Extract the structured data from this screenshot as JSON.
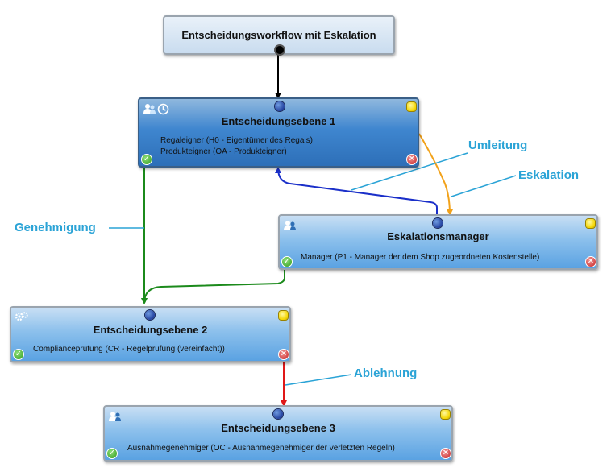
{
  "start_node": {
    "title": "Entscheidungsworkflow mit Eskalation"
  },
  "nodes": [
    {
      "title": "Entscheidungsebene 1",
      "lines": [
        "Regaleigner (H0 - Eigentümer des Regals)",
        "Produkteigner (OA - Produkteigner)"
      ],
      "icons": [
        "user-group-icon",
        "clock-icon"
      ]
    },
    {
      "title": "Eskalationsmanager",
      "lines": [
        "Manager (P1 - Manager der dem Shop zugeordneten Kostenstelle)"
      ],
      "icons": [
        "user-group-icon"
      ]
    },
    {
      "title": "Entscheidungsebene 2",
      "lines": [
        "Complianceprüfung (CR - Regelprüfung (vereinfacht))"
      ],
      "icons": [
        "gears-icon"
      ]
    },
    {
      "title": "Entscheidungsebene 3",
      "lines": [
        "Ausnahmegenehmiger (OC - Ausnahmegenehmiger der verletzten Regeln)"
      ],
      "icons": [
        "user-group-icon"
      ]
    }
  ],
  "edge_labels": {
    "approval": "Genehmigung",
    "redirect": "Umleitung",
    "escalation": "Eskalation",
    "rejection": "Ablehnung"
  },
  "colors": {
    "start_edge": "#000000",
    "approval_edge": "#1b8a1b",
    "redirect_edge": "#1a2fc9",
    "escalation_edge": "#f2a21a",
    "rejection_edge": "#e01818",
    "label": "#2aa3d6"
  }
}
